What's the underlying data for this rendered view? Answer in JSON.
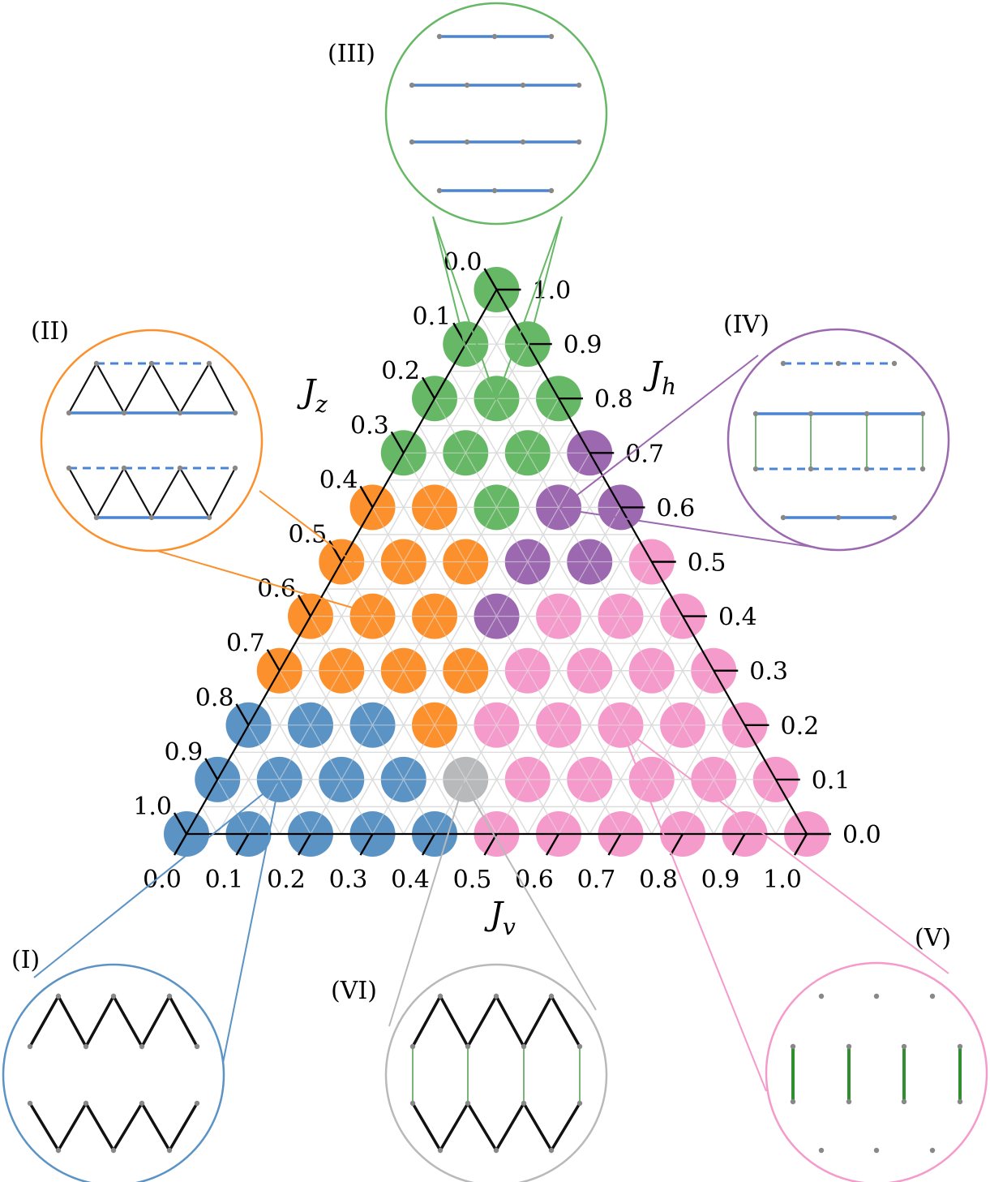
{
  "axes": {
    "bottom": {
      "symbol": "J",
      "subscript": "v",
      "ticks": [
        "0.0",
        "0.1",
        "0.2",
        "0.3",
        "0.4",
        "0.5",
        "0.6",
        "0.7",
        "0.8",
        "0.9",
        "1.0"
      ]
    },
    "left": {
      "symbol": "J",
      "subscript": "z",
      "ticks": [
        "0.0",
        "0.1",
        "0.2",
        "0.3",
        "0.4",
        "0.5",
        "0.6",
        "0.7",
        "0.8",
        "0.9",
        "1.0"
      ]
    },
    "right": {
      "symbol": "J",
      "subscript": "h",
      "ticks": [
        "0.0",
        "0.1",
        "0.2",
        "0.3",
        "0.4",
        "0.5",
        "0.6",
        "0.7",
        "0.8",
        "0.9",
        "1.0"
      ]
    }
  },
  "colors": {
    "I": "#5b93c4",
    "II": "#fb902c",
    "III": "#67b866",
    "IV": "#9c68b0",
    "V": "#f49bcb",
    "VI": "#b8b9ba",
    "bond_blue": "#4a84d4",
    "bond_green": "#2f8f2f",
    "site": "#888888"
  },
  "regimes": [
    {
      "id": "I",
      "label": "(I)"
    },
    {
      "id": "II",
      "label": "(II)"
    },
    {
      "id": "III",
      "label": "(III)"
    },
    {
      "id": "IV",
      "label": "(IV)"
    },
    {
      "id": "V",
      "label": "(V)"
    },
    {
      "id": "VI",
      "label": "(VI)"
    }
  ],
  "phase_rows_top_to_bottom": [
    "III",
    "III III",
    "III III III",
    "III III III IV",
    "II II III IV IV",
    "II II II IV IV V",
    "II II II IV V V V",
    "II II II II V V V V",
    "I I I II V V V V V",
    "I I I I VI V V V V V",
    "I I I I I V V V V V V"
  ]
}
